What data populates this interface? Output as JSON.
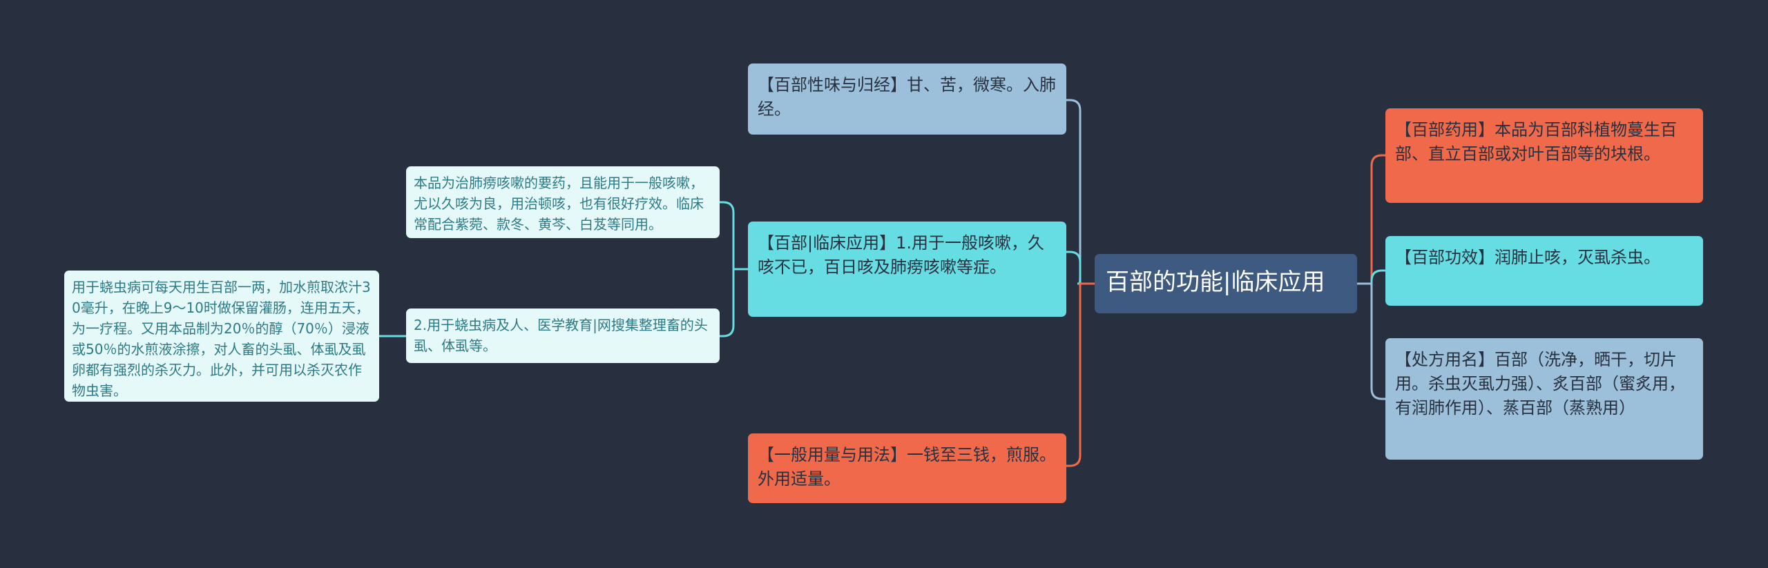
{
  "root": {
    "label": "百部的功能|临床应用"
  },
  "left_branches": {
    "nature_meridian": "【百部性味与归经】甘、苦，微寒。入肺经。",
    "clinical_use": "【百部|临床应用】1.用于一般咳嗽，久咳不已，百日咳及肺痨咳嗽等症。",
    "dosage": "【一般用量与用法】一钱至三钱，煎服。外用适量。"
  },
  "clinical_children": {
    "cough": "本品为治肺痨咳嗽的要药，且能用于一般咳嗽，尤以久咳为良，用治顿咳，也有很好疗效。临床常配合紫菀、款冬、黄芩、白芨等同用。",
    "parasite": "2.用于蛲虫病及人、医学教育|网搜集整理畜的头虱、体虱等。",
    "parasite_detail": "用于蛲虫病可每天用生百部一两，加水煎取浓汁30毫升，在晚上9～10时做保留灌肠，连用五天，为一疗程。又用本品制为20％的醇（70％）浸液或50％的水煎液涂擦，对人畜的头虱、体虱及虱卵都有强烈的杀灭力。此外，并可用以杀灭农作物虫害。"
  },
  "right_branches": {
    "source": "【百部药用】本品为百部科植物蔓生百部、直立百部或对叶百部等的块根。",
    "efficacy": "【百部功效】润肺止咳，灭虱杀虫。",
    "prescription": "【处方用名】百部（洗净，晒干，切片用。杀虫灭虱力强）、炙百部（蜜炙用，有润肺作用）、蒸百部（蒸熟用）"
  },
  "colors": {
    "background": "#283040",
    "root": "#3e5a80",
    "blue": "#9cbfda",
    "cyan": "#66dde2",
    "orange": "#f0694a",
    "pale": "#e5f9f9"
  }
}
